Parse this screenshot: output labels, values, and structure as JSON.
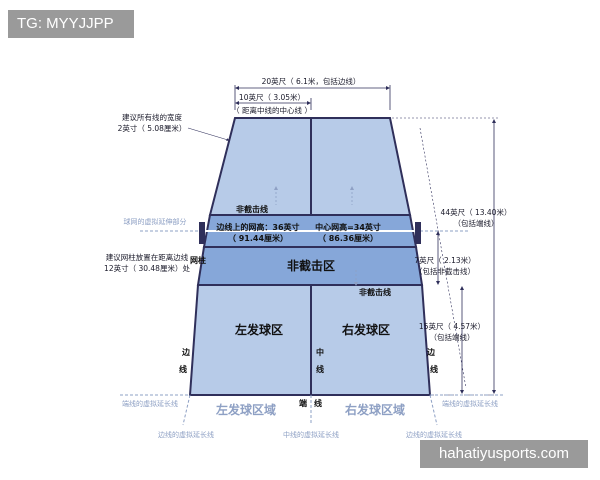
{
  "watermark_top": "TG: MYYJJPP",
  "watermark_bottom": "hahatiyusports.com",
  "colors": {
    "court_fill": "#b7cbe8",
    "nonvolley_fill": "#86a7d9",
    "line": "#2f2f5a",
    "ghost": "#8ea0c4"
  },
  "labels": {
    "width_total": "20英尺（ 6.1米，包括边线）",
    "width_half_1": "10英尺（ 3.05米）",
    "width_half_2": "（ 距离中线的中心线 ）",
    "line_width_1": "建议所有线的宽度",
    "line_width_2": "2英寸（ 5.08厘米）",
    "length_total_1": "44英尺（ 13.40米）",
    "length_total_2": "（包括端线）",
    "kitchen_len_1": "7英尺（ 2.13米）",
    "kitchen_len_2": "（包括非截击线）",
    "service_len_1": "15英尺（ 4.57米）",
    "service_len_2": "（包括端线）",
    "post_1": "建议网柱放置在距离边线",
    "post_2": "12英寸（ 30.48厘米）处",
    "post_name": "网柱",
    "net_ghost": "球网的虚拟延伸部分",
    "net_side_1": "边线上的网高：36英寸",
    "net_side_2": "（ 91.44厘米）",
    "net_center_1": "中心网高=34英寸",
    "net_center_2": "（ 86.36厘米）",
    "nvl_top": "非截击线",
    "nvl_bottom": "非截击线",
    "nvz": "非截击区",
    "left_service": "左发球区",
    "right_service": "右发球区",
    "sideline_left_1": "边",
    "sideline_left_2": "线",
    "sideline_right_1": "边",
    "sideline_right_2": "线",
    "centerline_1": "中",
    "centerline_2": "线",
    "baseline_1": "端",
    "baseline_2": "线",
    "ghost_left_service": "左发球区域",
    "ghost_right_service": "右发球区域",
    "sideline_ext_left": "边线的虚拟延长线",
    "sideline_ext_right": "边线的虚拟延长线",
    "baseline_ext_left": "端线的虚拟延长线",
    "baseline_ext_right": "端线的虚拟延长线",
    "centerline_ext": "中线的虚拟延长线"
  }
}
